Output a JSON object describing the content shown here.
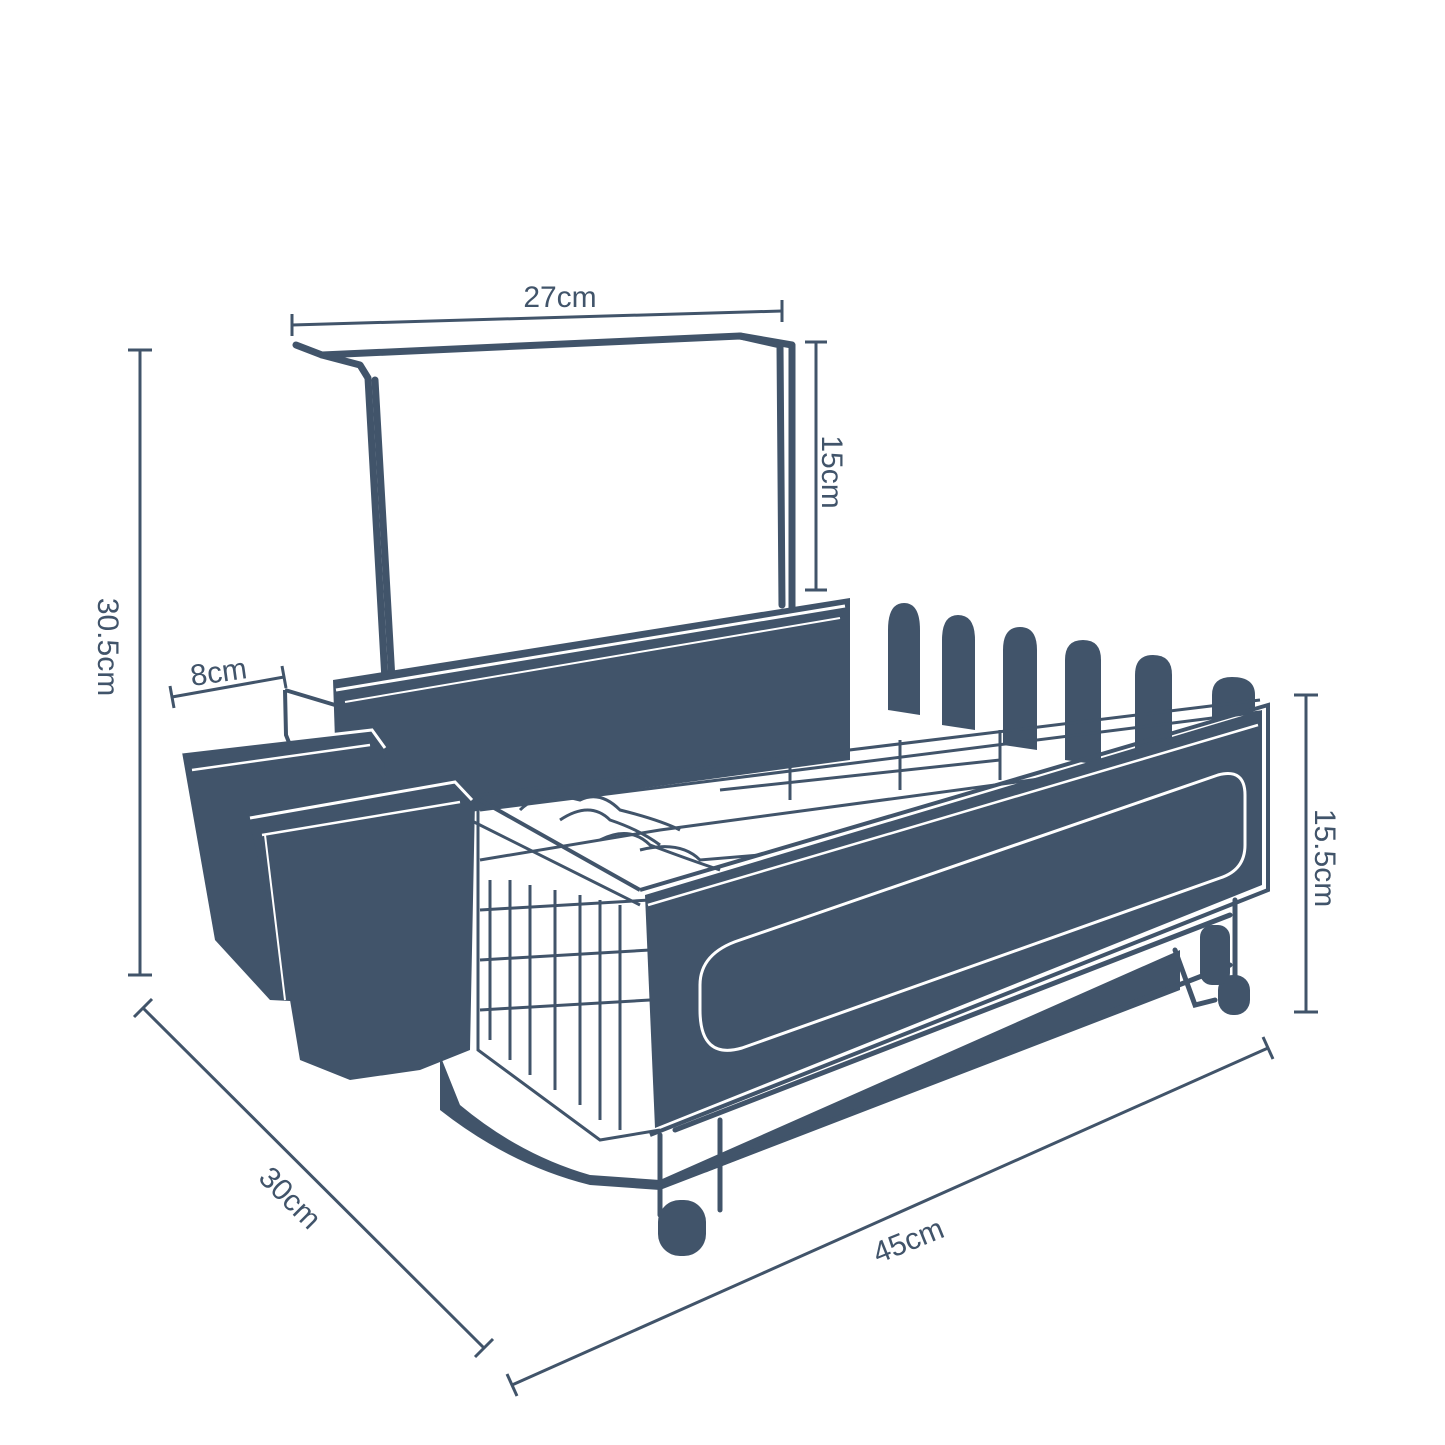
{
  "colors": {
    "ink": "#41546a",
    "background": "#ffffff",
    "highlight": "#ffffff"
  },
  "dimensions": {
    "hanger_width": "27cm",
    "hanger_height": "15cm",
    "total_height": "30.5cm",
    "utensil_cup_width": "8cm",
    "rack_height": "15.5cm",
    "depth": "30cm",
    "length": "45cm"
  }
}
